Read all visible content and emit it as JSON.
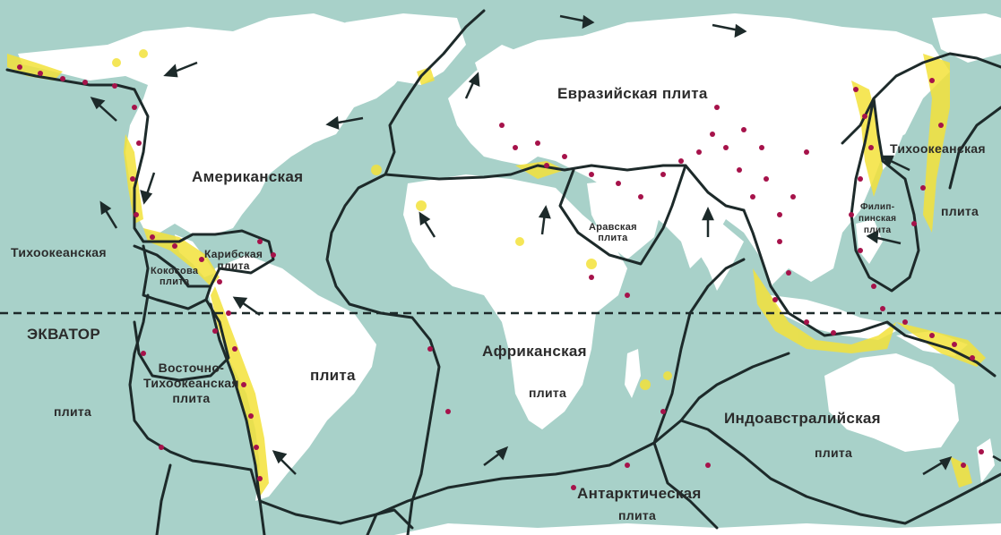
{
  "colors": {
    "ocean": "#a8d1c9",
    "land": "#ffffff",
    "boundary": "#1d2a2a",
    "quake_dot": "#a6124a",
    "volcano_zone": "#f3e23a"
  },
  "labels": {
    "eurasian": "Евразийская плита",
    "american": "Американская",
    "american_plate": "плита",
    "pacific_west": "Тихоокеанская",
    "pacific_west_plate": "плита",
    "cocos_1": "Кокосова",
    "cocos_2": "плита",
    "caribbean_1": "Карибская",
    "caribbean_2": "плита",
    "equator": "ЭКВАТОР",
    "east_pacific_1": "Восточно-",
    "east_pacific_2": "Тихоокеанская",
    "east_pacific_3": "плита",
    "african": "Африканская",
    "african_plate": "плита",
    "arabian_1": "Аравская",
    "arabian_2": "плита",
    "pacific_east": "Тихоокеанская",
    "pacific_east_plate": "плита",
    "philippine_1": "Филип-",
    "philippine_2": "пинская",
    "philippine_3": "плита",
    "indo_australian": "Индоавстралийская",
    "indo_australian_plate": "плита",
    "antarctic": "Антарктическая",
    "antarctic_plate": "плита"
  }
}
